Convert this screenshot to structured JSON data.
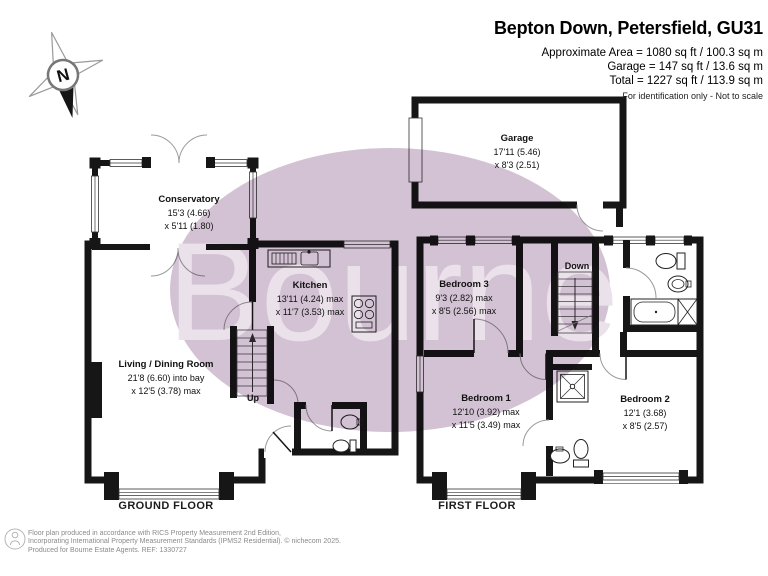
{
  "header": {
    "title": "Bepton Down, Petersfield, GU31",
    "area_line1": "Approximate Area = 1080 sq ft / 100.3 sq m",
    "area_line2": "Garage = 147 sq ft / 13.6 sq m",
    "area_line3": "Total = 1227 sq ft / 113.9 sq m",
    "disclaimer": "For identification only - Not to scale"
  },
  "compass": {
    "north": "N"
  },
  "watermark": {
    "text": "Bourne"
  },
  "colors": {
    "wall": "#161616",
    "watermark_ellipse": "#d3c2d3",
    "watermark_text": "#eae1ea"
  },
  "ground_floor": {
    "label": "GROUND FLOOR",
    "stair": "Up",
    "conservatory": {
      "name": "Conservatory",
      "dim1": "15'3 (4.66)",
      "dim2": "x 5'11 (1.80)"
    },
    "kitchen": {
      "name": "Kitchen",
      "dim1": "13'11 (4.24) max",
      "dim2": "x 11'7 (3.53) max"
    },
    "living": {
      "name": "Living / Dining Room",
      "dim1": "21'8 (6.60) into bay",
      "dim2": "x 12'5 (3.78) max"
    }
  },
  "first_floor": {
    "label": "FIRST FLOOR",
    "stair": "Down",
    "bedroom3": {
      "name": "Bedroom 3",
      "dim1": "9'3 (2.82) max",
      "dim2": "x 8'5 (2.56) max"
    },
    "bedroom1": {
      "name": "Bedroom 1",
      "dim1": "12'10 (3.92) max",
      "dim2": "x 11'5 (3.49) max"
    },
    "bedroom2": {
      "name": "Bedroom 2",
      "dim1": "12'1 (3.68)",
      "dim2": "x 8'5 (2.57)"
    }
  },
  "garage": {
    "name": "Garage",
    "dim1": "17'11 (5.46)",
    "dim2": "x 8'3 (2.51)"
  },
  "footer": {
    "line1": "Floor plan produced in accordance with RICS Property Measurement 2nd Edition,",
    "line2": "Incorporating International Property Measurement Standards (IPMS2 Residential).  © nichecom 2025.",
    "line3": "Produced for Bourne Estate Agents.   REF: 1330727"
  }
}
